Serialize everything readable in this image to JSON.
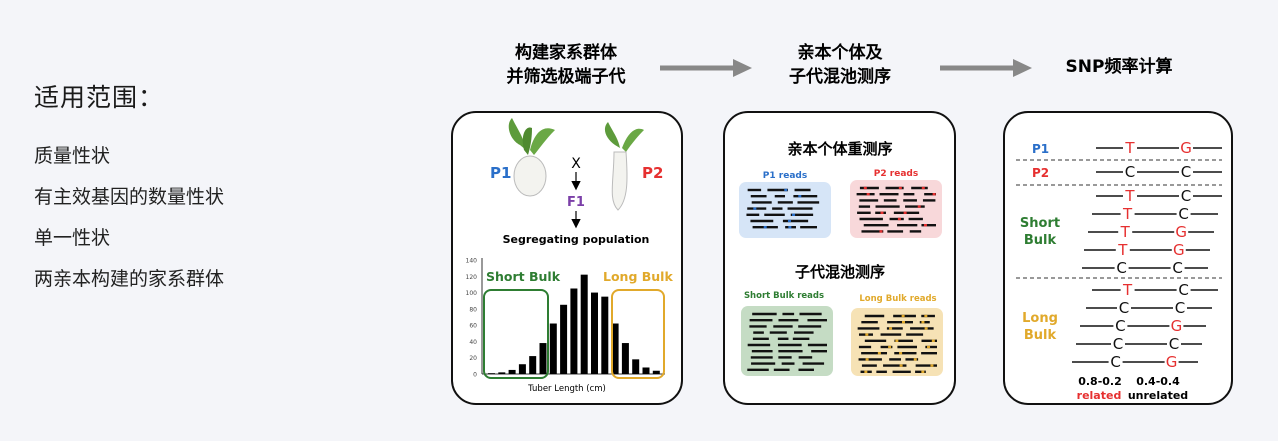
{
  "scope": {
    "title": "适用范围：",
    "items": [
      "质量性状",
      "有主效基因的数量性状",
      "单一性状",
      "两亲本构建的家系群体"
    ]
  },
  "steps": [
    {
      "line1": "构建家系群体",
      "line2": "并筛选极端子代"
    },
    {
      "line1": "亲本个体及",
      "line2": "子代混池测序"
    },
    {
      "line1": "SNP频率计算",
      "line2": ""
    }
  ],
  "panel1": {
    "p1": "P1",
    "p2": "P2",
    "cross": "X",
    "f1": "F1",
    "population": "Segregating population",
    "short_bulk": "Short Bulk",
    "long_bulk": "Long Bulk",
    "xlabel": "Tuber Length (cm)"
  },
  "panel2": {
    "title1": "亲本个体重测序",
    "title2": "子代混池测序",
    "p1_reads": "P1 reads",
    "p2_reads": "P2 reads",
    "short_reads": "Short Bulk reads",
    "long_reads": "Long Bulk reads"
  },
  "panel3": {
    "p1": "P1",
    "p2": "P2",
    "short1": "Short",
    "short2": "Bulk",
    "long1": "Long",
    "long2": "Bulk",
    "rows": [
      [
        "T",
        "G"
      ],
      [
        "C",
        "C"
      ],
      [
        "T",
        "C"
      ],
      [
        "T",
        "C"
      ],
      [
        "T",
        "G"
      ],
      [
        "T",
        "G"
      ],
      [
        "C",
        "C"
      ],
      [
        "T",
        "C"
      ],
      [
        "C",
        "C"
      ],
      [
        "C",
        "G"
      ],
      [
        "C",
        "C"
      ],
      [
        "C",
        "G"
      ]
    ],
    "ratio1": "0.8-0.2",
    "ratio2": "0.4-0.4",
    "related": "related",
    "unrelated": "unrelated"
  },
  "colors": {
    "blue": "#2a6fc9",
    "red": "#e63030",
    "green": "#2e7d32",
    "gold": "#e1a92b",
    "purple": "#7b3fa8"
  },
  "chart_data": {
    "type": "bar",
    "title": "",
    "xlabel": "Tuber Length (cm)",
    "ylabel": "",
    "ylim": [
      0,
      140
    ],
    "yticks": [
      0,
      20,
      40,
      60,
      80,
      100,
      120,
      140
    ],
    "values": [
      1,
      2,
      5,
      12,
      22,
      38,
      62,
      85,
      105,
      122,
      100,
      95,
      62,
      38,
      18,
      8,
      4
    ]
  }
}
